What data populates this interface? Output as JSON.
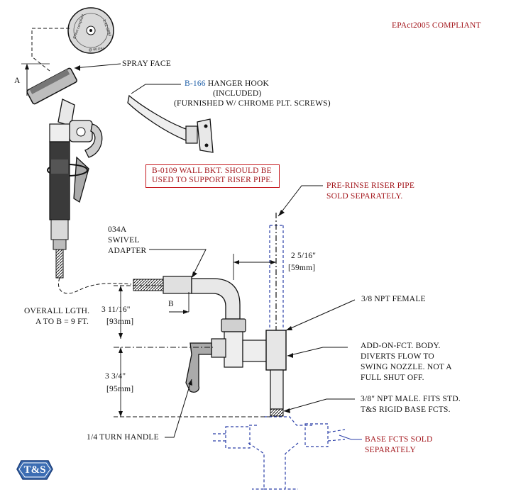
{
  "header": {
    "compliance": "EPAct2005 COMPLIANT"
  },
  "spray_face_badge": {
    "brand": "T&S",
    "flow_label": "1.42 GPM",
    "compliant_label": "EPAct compliant",
    "psi_label": "@ 60 PSI"
  },
  "labels": {
    "spray_face": "SPRAY FACE",
    "dim_a": "A",
    "dim_b": "B",
    "hanger_code": "B-166",
    "hanger_text": " HANGER HOOK",
    "hanger_included": "(INCLUDED)",
    "hanger_screws": "(FURNISHED W/ CHROME PLT. SCREWS)",
    "wall_bracket_line1": "B-0109 WALL BKT. SHOULD BE",
    "wall_bracket_line2": "USED TO SUPPORT RISER PIPE.",
    "riser_line1": "PRE-RINSE RISER PIPE",
    "riser_line2": "SOLD SEPARATELY.",
    "swivel_line1": "034A",
    "swivel_line2": "SWIVEL",
    "swivel_line3": "ADAPTER",
    "offset_dim": "2 5/16\"",
    "offset_mm": "[59mm]",
    "height_dim": "3 11/16\"",
    "height_mm": "[93mm]",
    "overall_line1": "OVERALL LGTH.",
    "overall_line2": "A TO B = 9 FT.",
    "npt_female": "3/8 NPT FEMALE",
    "body_line1": "ADD-ON-FCT. BODY.",
    "body_line2": "DIVERTS FLOW TO",
    "body_line3": "SWING NOZZLE. NOT A",
    "body_line4": "FULL SHUT OFF.",
    "lower_dim": "3 3/4\"",
    "lower_mm": "[95mm]",
    "npt_male_line1": "3/8\" NPT MALE. FITS STD.",
    "npt_male_line2": "T&S RIGID BASE FCTS.",
    "handle": "1/4 TURN HANDLE",
    "base_line1": "BASE FCTS SOLD",
    "base_line2": "SEPARATELY",
    "logo": "T&S"
  },
  "colors": {
    "ink": "#111111",
    "red": "#a3161c",
    "blue": "#1f5fa8",
    "dashed_blue": "#2b3fa8"
  }
}
